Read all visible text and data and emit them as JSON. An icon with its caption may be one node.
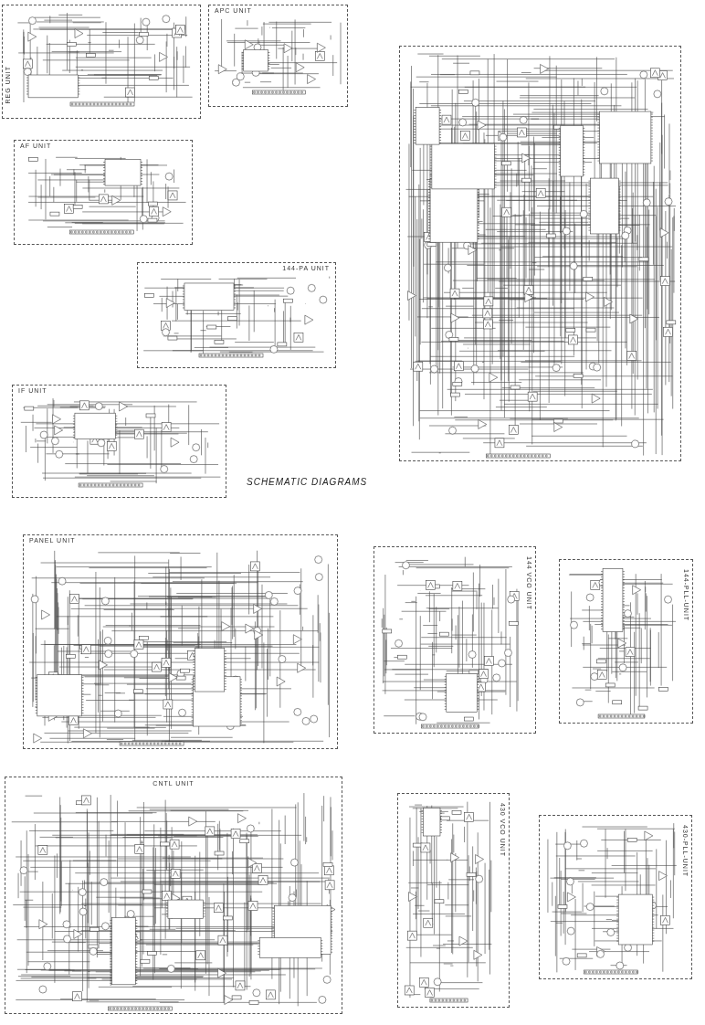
{
  "diagram": {
    "nodes": [
      {
        "text": [
          "REG UNIT"
        ]
      },
      {
        "text": [
          "APC UNIT"
        ]
      },
      {
        "text": [
          "AF UNIT"
        ]
      },
      {
        "text": [
          "144-PA UNIT"
        ]
      },
      {
        "text": [
          "IF UNIT"
        ]
      },
      {
        "text": [],
        "shape": "box"
      },
      {
        "text": [
          "PANEL UNIT"
        ]
      },
      {
        "text": [
          "144 VCO UNIT"
        ]
      },
      {
        "text": [
          "144-PLL-UNIT"
        ]
      },
      {
        "text": [
          "CNTL UNIT"
        ]
      },
      {
        "text": [
          "430 VCO UNIT"
        ]
      },
      {
        "text": [
          "430-PLL-UNIT"
        ]
      }
    ],
    "labels": [
      "SCHEMATIC DIAGRAMS"
    ]
  }
}
